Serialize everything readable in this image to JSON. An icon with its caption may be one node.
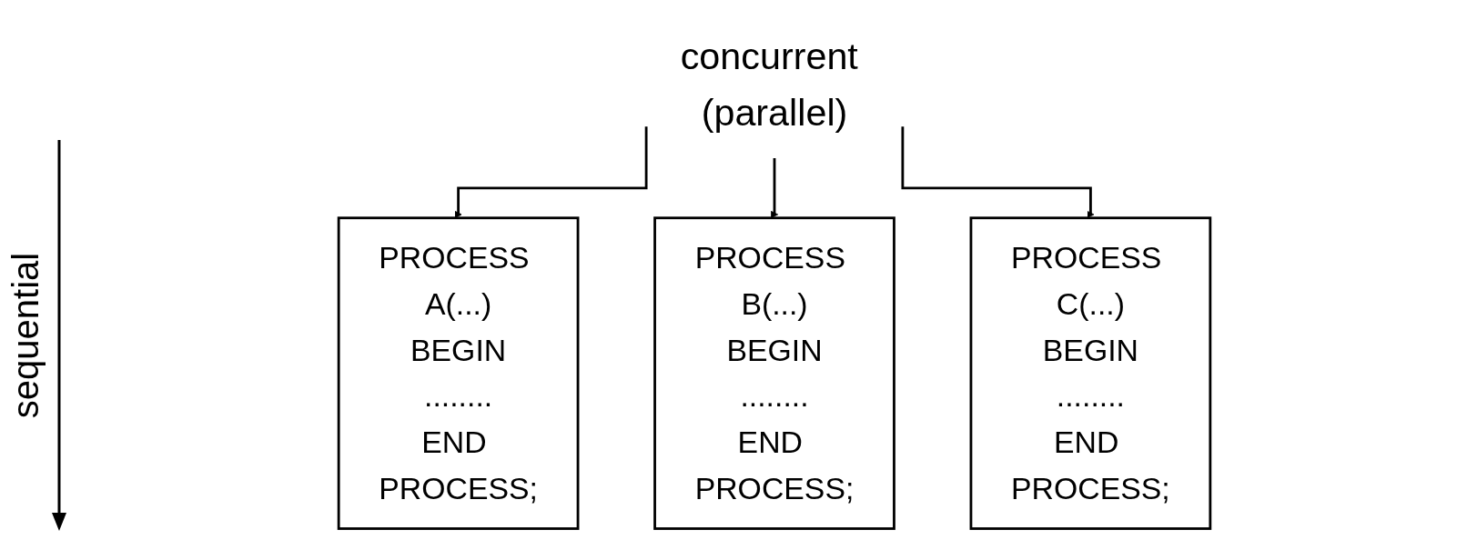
{
  "diagram": {
    "nodes": [
      {
        "text": [
          "concurrent (parallel)"
        ]
      },
      {
        "text": [
          "PROCESS A(...)",
          "BEGIN",
          "........",
          "END PROCESS;"
        ]
      },
      {
        "text": [
          "PROCESS B(...)",
          "BEGIN",
          "........",
          "END PROCESS;"
        ]
      },
      {
        "text": [
          "PROCESS C(...)",
          "BEGIN",
          "........",
          "END PROCESS;"
        ]
      }
    ],
    "edges": [
      {
        "from": 0,
        "to": 1,
        "arrow": "to"
      },
      {
        "from": 0,
        "to": 2,
        "arrow": "to"
      },
      {
        "from": 0,
        "to": 3,
        "arrow": "to"
      }
    ],
    "labels": [
      "sequential"
    ]
  }
}
